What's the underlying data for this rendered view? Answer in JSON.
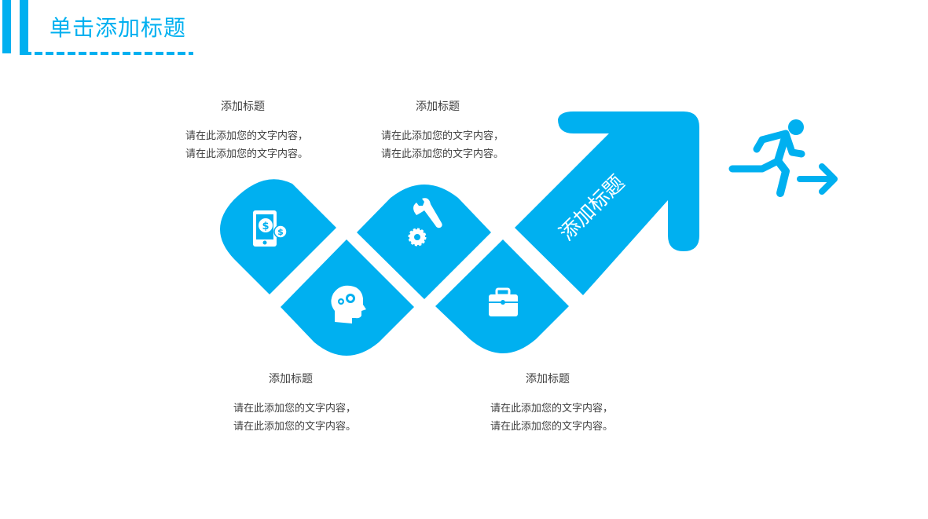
{
  "header": {
    "title": "单击添加标题"
  },
  "theme": {
    "accent": "#00b0f0",
    "text": "#404040"
  },
  "diagram": {
    "arrow_label": "添加标题",
    "tiles": [
      {
        "icon": "mobile-payment-icon"
      },
      {
        "icon": "head-gears-icon"
      },
      {
        "icon": "wrench-gear-icon"
      },
      {
        "icon": "briefcase-icon"
      }
    ],
    "side_icon": "running-man-exit-icon"
  },
  "blocks": [
    {
      "title": "添加标题",
      "line1": "请在此添加您的文字内容，",
      "line2": "请在此添加您的文字内容。"
    },
    {
      "title": "添加标题",
      "line1": "请在此添加您的文字内容，",
      "line2": "请在此添加您的文字内容。"
    },
    {
      "title": "添加标题",
      "line1": "请在此添加您的文字内容，",
      "line2": "请在此添加您的文字内容。"
    },
    {
      "title": "添加标题",
      "line1": "请在此添加您的文字内容，",
      "line2": "请在此添加您的文字内容。"
    }
  ]
}
